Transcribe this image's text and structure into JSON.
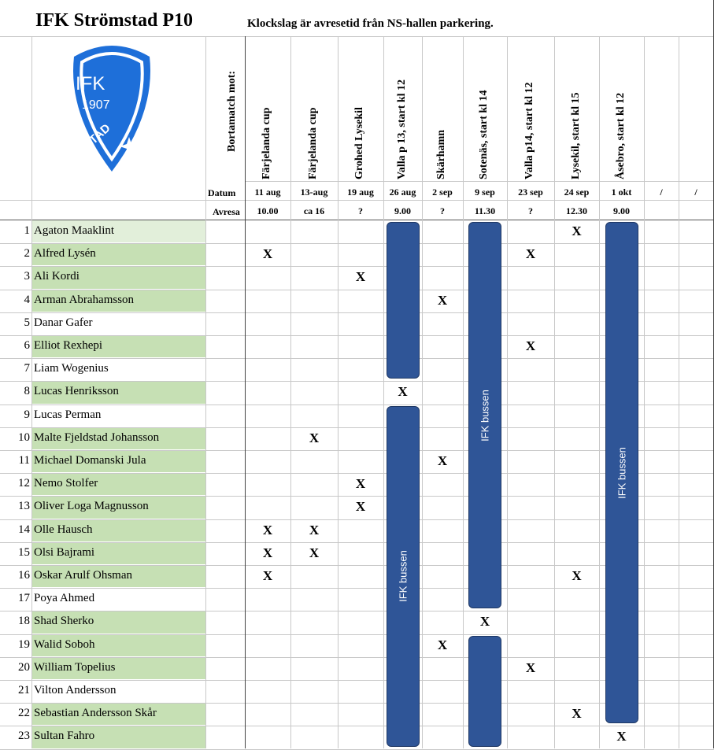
{
  "title": "IFK Strömstad P10",
  "subtitle": "Klockslag är avresetid från NS-hallen parkering.",
  "logo": {
    "top_text": "IFK",
    "year": "1907",
    "name": "STRÖMSTAD",
    "colors": {
      "primary": "#1e6fd9",
      "white": "#ffffff"
    }
  },
  "header": {
    "opponents_label": "Bortamatch mot:",
    "date_label": "Datum",
    "departure_label": "Avresa"
  },
  "matches": [
    {
      "opponent": "Färjelanda cup",
      "date": "11 aug",
      "departure": "10.00"
    },
    {
      "opponent": "Färjelanda cup",
      "date": "13-aug",
      "departure": "ca 16"
    },
    {
      "opponent": "Grohed Lysekil",
      "date": "19 aug",
      "departure": "?"
    },
    {
      "opponent": "Valla p 13, start kl 12",
      "date": "26 aug",
      "departure": "9.00"
    },
    {
      "opponent": "Skärhamn",
      "date": "2 sep",
      "departure": "?"
    },
    {
      "opponent": "Sotenäs, start kl 14",
      "date": "9 sep",
      "departure": "11.30"
    },
    {
      "opponent": "Valla p14, start kl 12",
      "date": "23 sep",
      "departure": "?"
    },
    {
      "opponent": "Lysekil, start kl 15",
      "date": "24 sep",
      "departure": "12.30"
    },
    {
      "opponent": "Åsebro, start kl 12",
      "date": "1 okt",
      "departure": "9.00"
    },
    {
      "opponent": "",
      "date": "/",
      "departure": ""
    },
    {
      "opponent": "",
      "date": "/",
      "departure": ""
    }
  ],
  "players": [
    {
      "num": "1",
      "name": "Agaton Maaklint"
    },
    {
      "num": "2",
      "name": "Alfred Lysén"
    },
    {
      "num": "3",
      "name": "Ali Kordi"
    },
    {
      "num": "4",
      "name": "Arman Abrahamsson"
    },
    {
      "num": "5",
      "name": "Danar Gafer"
    },
    {
      "num": "6",
      "name": "Elliot Rexhepi"
    },
    {
      "num": "7",
      "name": "Liam Wogenius"
    },
    {
      "num": "8",
      "name": "Lucas Henriksson"
    },
    {
      "num": "9",
      "name": "Lucas Perman"
    },
    {
      "num": "10",
      "name": "Malte Fjeldstad Johansson"
    },
    {
      "num": "11",
      "name": "Michael Domanski Jula"
    },
    {
      "num": "12",
      "name": "Nemo Stolfer"
    },
    {
      "num": "13",
      "name": "Oliver Loga Magnusson"
    },
    {
      "num": "14",
      "name": "Olle Hausch"
    },
    {
      "num": "15",
      "name": "Olsi Bajrami"
    },
    {
      "num": "16",
      "name": "Oskar Arulf Ohsman"
    },
    {
      "num": "17",
      "name": "Poya Ahmed"
    },
    {
      "num": "18",
      "name": "Shad Sherko"
    },
    {
      "num": "19",
      "name": "Walid Soboh"
    },
    {
      "num": "20",
      "name": "William Topelius"
    },
    {
      "num": "21",
      "name": "Vilton Andersson"
    },
    {
      "num": "22",
      "name": "Sebastian Andersson Skår"
    },
    {
      "num": "23",
      "name": "Sultan Fahro"
    }
  ],
  "mark_symbol": "X",
  "marks": [
    {
      "row": 1,
      "col": 8
    },
    {
      "row": 2,
      "col": 1
    },
    {
      "row": 2,
      "col": 7
    },
    {
      "row": 3,
      "col": 3
    },
    {
      "row": 4,
      "col": 5
    },
    {
      "row": 6,
      "col": 7
    },
    {
      "row": 8,
      "col": 4
    },
    {
      "row": 10,
      "col": 2
    },
    {
      "row": 11,
      "col": 5
    },
    {
      "row": 12,
      "col": 3
    },
    {
      "row": 13,
      "col": 3
    },
    {
      "row": 14,
      "col": 1
    },
    {
      "row": 14,
      "col": 2
    },
    {
      "row": 15,
      "col": 1
    },
    {
      "row": 15,
      "col": 2
    },
    {
      "row": 16,
      "col": 1
    },
    {
      "row": 16,
      "col": 8
    },
    {
      "row": 18,
      "col": 6
    },
    {
      "row": 19,
      "col": 5
    },
    {
      "row": 20,
      "col": 7
    },
    {
      "row": 22,
      "col": 8
    },
    {
      "row": 23,
      "col": 9
    }
  ],
  "bus_label": "IFK bussen",
  "bus_color": "#2f5597",
  "buses": [
    {
      "col": 4,
      "from_row": 1,
      "to_row": 7,
      "label": ""
    },
    {
      "col": 4,
      "from_row": 9,
      "to_row": 23,
      "label": "IFK bussen"
    },
    {
      "col": 6,
      "from_row": 1,
      "to_row": 17,
      "label": "IFK bussen"
    },
    {
      "col": 6,
      "from_row": 19,
      "to_row": 23,
      "label": ""
    },
    {
      "col": 9,
      "from_row": 1,
      "to_row": 22,
      "label": "IFK bussen"
    }
  ]
}
